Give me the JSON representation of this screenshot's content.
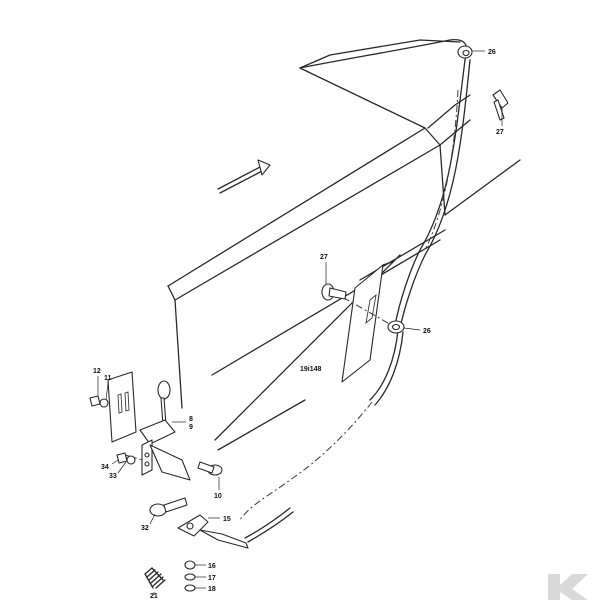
{
  "diagram": {
    "reference_code": "19i148",
    "callouts": [
      {
        "id": "c26a",
        "label": "26"
      },
      {
        "id": "c27a",
        "label": "27"
      },
      {
        "id": "c27b",
        "label": "27"
      },
      {
        "id": "c26b",
        "label": "26"
      },
      {
        "id": "c12",
        "label": "12"
      },
      {
        "id": "c11",
        "label": "11"
      },
      {
        "id": "c8",
        "label": "8"
      },
      {
        "id": "c9",
        "label": "9"
      },
      {
        "id": "c34",
        "label": "34"
      },
      {
        "id": "c33",
        "label": "33"
      },
      {
        "id": "c10",
        "label": "10"
      },
      {
        "id": "c32",
        "label": "32"
      },
      {
        "id": "c15",
        "label": "15"
      },
      {
        "id": "c16",
        "label": "16"
      },
      {
        "id": "c17",
        "label": "17"
      },
      {
        "id": "c18",
        "label": "18"
      },
      {
        "id": "c21",
        "label": "21"
      }
    ],
    "logo": {
      "name": "brand-logo",
      "color": "#d9d9d9"
    }
  }
}
